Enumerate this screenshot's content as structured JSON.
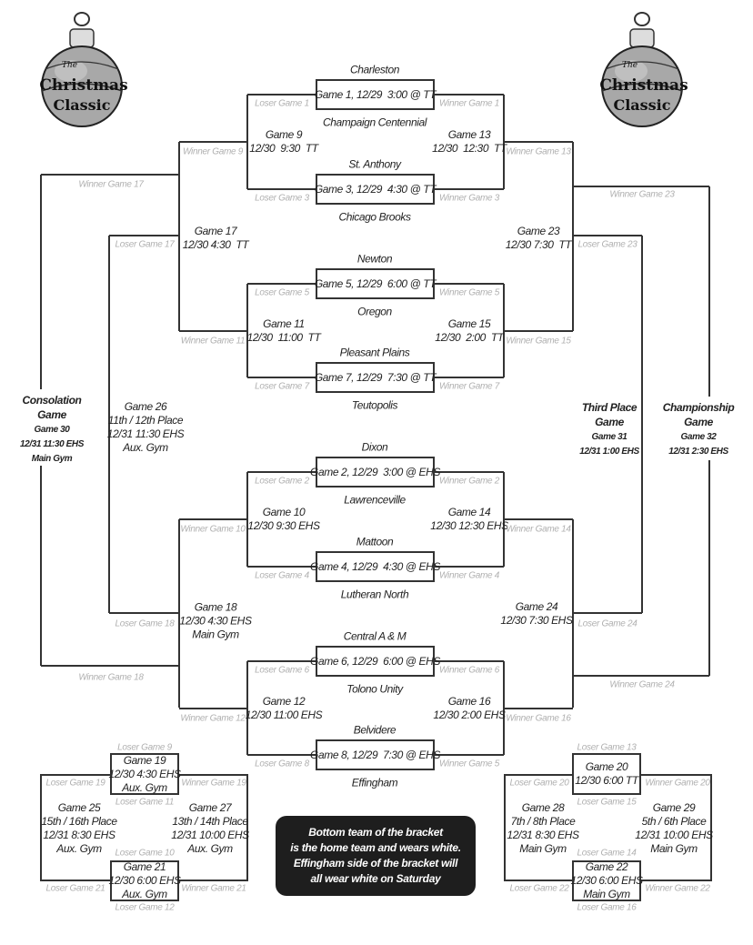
{
  "logo": {
    "line1": "The",
    "line2": "Christmas",
    "line3": "Classic"
  },
  "first_round": [
    {
      "game": "Game 1, 12/29  3:00 @ TT",
      "top": "Charleston",
      "bottom": "Champaign Centennial",
      "loser": "Loser Game 1",
      "winner": "Winner Game 1"
    },
    {
      "game": "Game 3, 12/29  4:30 @ TT",
      "top": "St. Anthony",
      "bottom": "Chicago Brooks",
      "loser": "Loser Game 3",
      "winner": "Winner Game 3"
    },
    {
      "game": "Game 5, 12/29  6:00 @ TT",
      "top": "Newton",
      "bottom": "Oregon",
      "loser": "Loser Game 5",
      "winner": "Winner Game 5"
    },
    {
      "game": "Game 7, 12/29  7:30 @ TT",
      "top": "Pleasant Plains",
      "bottom": "Teutopolis",
      "loser": "Loser Game 7",
      "winner": "Winner Game 7"
    },
    {
      "game": "Game 2, 12/29  3:00 @ EHS",
      "top": "Dixon",
      "bottom": "Lawrenceville",
      "loser": "Loser Game 2",
      "winner": "Winner Game 2"
    },
    {
      "game": "Game 4, 12/29  4:30 @ EHS",
      "top": "Mattoon",
      "bottom": "Lutheran North",
      "loser": "Loser Game 4",
      "winner": "Winner Game 4"
    },
    {
      "game": "Game 6, 12/29  6:00 @ EHS",
      "top": "Central A & M",
      "bottom": "Tolono Unity",
      "loser": "Loser Game 6",
      "winner": "Winner Game 6"
    },
    {
      "game": "Game 8, 12/29  7:30 @ EHS",
      "top": "Belvidere",
      "bottom": "Effingham",
      "loser": "Loser Game 8",
      "winner": "Winner Game 5"
    }
  ],
  "second_round": [
    {
      "left": "Game 9\n12/30  9:30  TT",
      "right": "Game 13\n12/30  12:30  TT",
      "left_winner": "Winner Game 9",
      "right_winner": "Winner Game 13"
    },
    {
      "left": "Game 11\n12/30  11:00  TT",
      "right": "Game 15\n12/30  2:00  TT",
      "left_winner": "Winner Game 11",
      "right_winner": "Winner Game 15"
    },
    {
      "left": "Game 10\n12/30 9:30 EHS",
      "right": "Game 14\n12/30 12:30 EHS",
      "left_winner": "Winner Game 10",
      "right_winner": "Winner Game 14"
    },
    {
      "left": "Game 12\n12/30 11:00 EHS",
      "right": "Game 16\n12/30 2:00 EHS",
      "left_winner": "Winner Game 12",
      "right_winner": "Winner Game 16"
    }
  ],
  "third_round": {
    "game17": "Game 17\n12/30 4:30  TT",
    "game23": "Game 23\n12/30 7:30  TT",
    "game18": "Game 18\n12/30 4:30 EHS\nMain Gym",
    "game24": "Game 24\n12/30 7:30 EHS",
    "winner17": "Winner Game 17",
    "loser17": "Loser Game 17",
    "loser18": "Loser Game 18",
    "winner18": "Winner Game 18",
    "winner23": "Winner Game 23",
    "loser23": "Loser Game 23",
    "loser24": "Loser Game 24",
    "winner24": "Winner Game 24"
  },
  "finals": {
    "consolation": {
      "title": "Consolation\nGame",
      "detail": "Game 30\n12/31 11:30 EHS\nMain Gym"
    },
    "game26": "Game 26\n11th / 12th Place\n12/31 11:30 EHS\nAux. Gym",
    "third_place": {
      "title": "Third Place\nGame",
      "detail": "Game 31\n12/31 1:00 EHS"
    },
    "championship": {
      "title": "Championship\nGame",
      "detail": "Game 32\n12/31 2:30 EHS"
    }
  },
  "placement_left": {
    "game19": "Game 19\n12/30 4:30 EHS\nAux. Gym",
    "game21": "Game 21\n12/30 6:00 EHS\nAux. Gym",
    "game25": "Game 25\n15th / 16th Place\n12/31 8:30 EHS\nAux. Gym",
    "game27": "Game 27\n13th / 14th Place\n12/31 10:00 EHS\nAux. Gym",
    "labels": {
      "loser9": "Loser Game 9",
      "loser19": "Loser Game 19",
      "winner19": "Winner Game 19",
      "loser11": "Loser Game 11",
      "loser10": "Loser Game 10",
      "loser21": "Loser Game 21",
      "winner21": "Winner Game 21",
      "loser12": "Loser Game 12"
    }
  },
  "placement_right": {
    "game20": "Game 20\n12/30 6:00 TT",
    "game22": "Game 22\n12/30 6:00 EHS\nMain Gym",
    "game28": "Game 28\n7th / 8th Place\n12/31 8:30 EHS\nMain Gym",
    "game29": "Game 29\n5th / 6th Place\n12/31 10:00 EHS\nMain Gym",
    "labels": {
      "loser13": "Loser Game 13",
      "loser20": "Loser Game 20",
      "winner20": "Winner Game 20",
      "loser15": "Loser Game 15",
      "loser14": "Loser Game 14",
      "loser22": "Loser Game 22",
      "winner22": "Winner Game 22",
      "loser16": "Loser Game 16"
    }
  },
  "notice": "Bottom team of the bracket\nis the home team and wears white.\nEffingham side of the bracket will\nall wear white on Saturday"
}
